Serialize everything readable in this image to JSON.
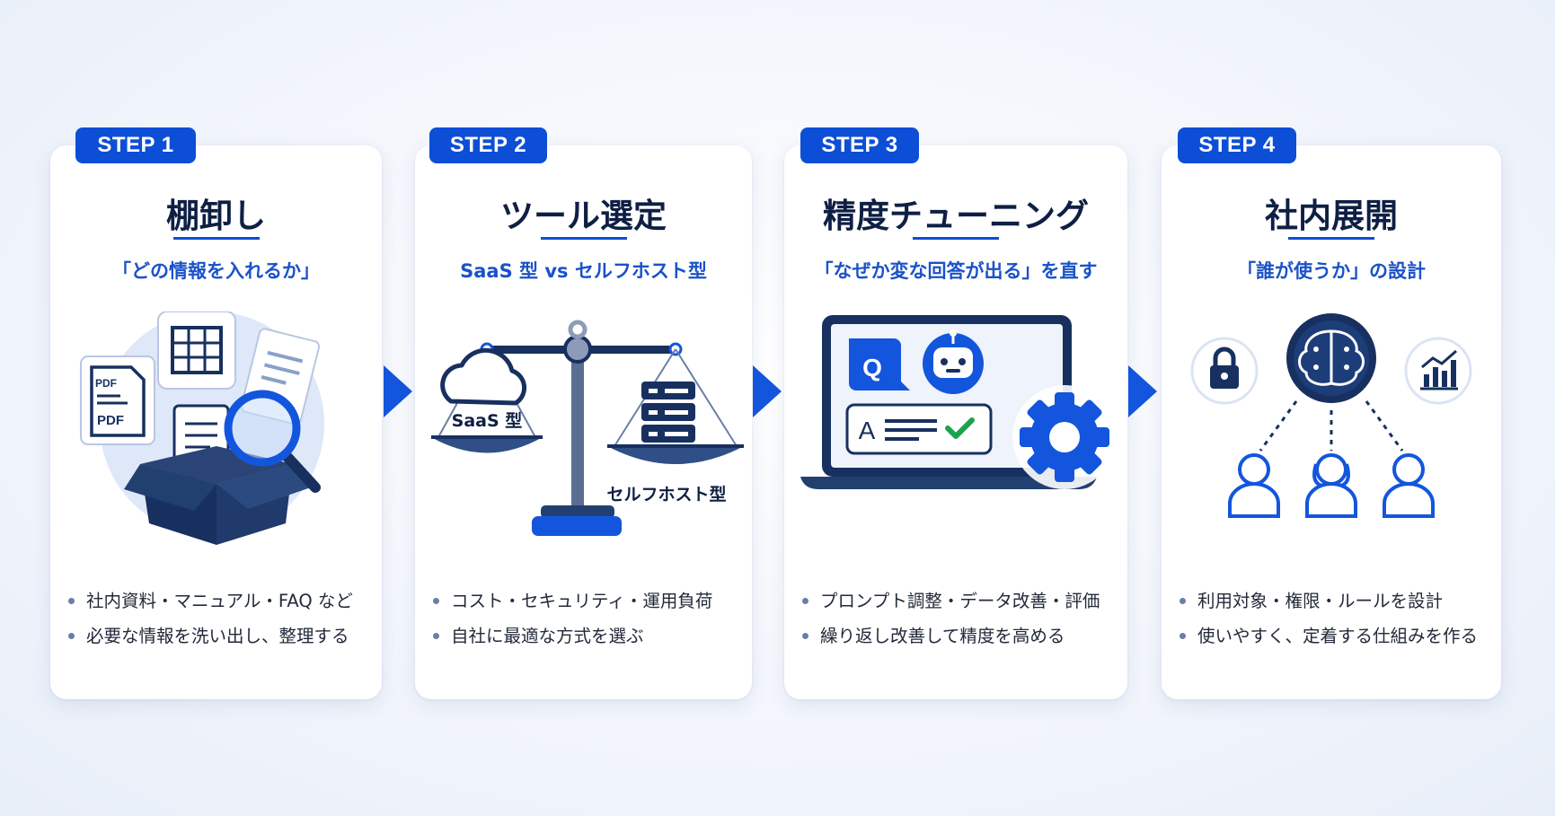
{
  "steps": [
    {
      "badge": "STEP 1",
      "title": "棚卸し",
      "subtitle": "「どの情報を入れるか」",
      "bullets": [
        "社内資料・マニュアル・FAQ など",
        "必要な情報を洗い出し、整理する"
      ],
      "icons": [
        "pdf-document-icon",
        "spreadsheet-icon",
        "document-icon",
        "magnifier-icon",
        "open-box-icon"
      ],
      "labels": [
        "PDF",
        "PDF"
      ]
    },
    {
      "badge": "STEP 2",
      "title": "ツール選定",
      "subtitle": "SaaS 型 vs セルフホスト型",
      "bullets": [
        "コスト・セキュリティ・運用負荷",
        "自社に最適な方式を選ぶ"
      ],
      "icons": [
        "balance-scale-icon",
        "cloud-icon",
        "server-icon"
      ],
      "labels": [
        "SaaS 型",
        "セルフホスト型"
      ]
    },
    {
      "badge": "STEP 3",
      "title": "精度チューニング",
      "subtitle": "「なぜか変な回答が出る」を直す",
      "bullets": [
        "プロンプト調整・データ改善・評価",
        "繰り返し改善して精度を高める"
      ],
      "icons": [
        "laptop-icon",
        "question-bubble-icon",
        "robot-icon",
        "answer-check-icon",
        "gear-icon"
      ],
      "labels": [
        "Q",
        "A"
      ]
    },
    {
      "badge": "STEP 4",
      "title": "社内展開",
      "subtitle": "「誰が使うか」の設計",
      "bullets": [
        "利用対象・権限・ルールを設計",
        "使いやすく、定着する仕組みを作る"
      ],
      "icons": [
        "lock-icon",
        "brain-circuit-icon",
        "bar-chart-icon",
        "user-icon"
      ]
    }
  ],
  "colors": {
    "accent": "#0d4ed6",
    "navy": "#17305f",
    "title": "#0f1f44"
  }
}
